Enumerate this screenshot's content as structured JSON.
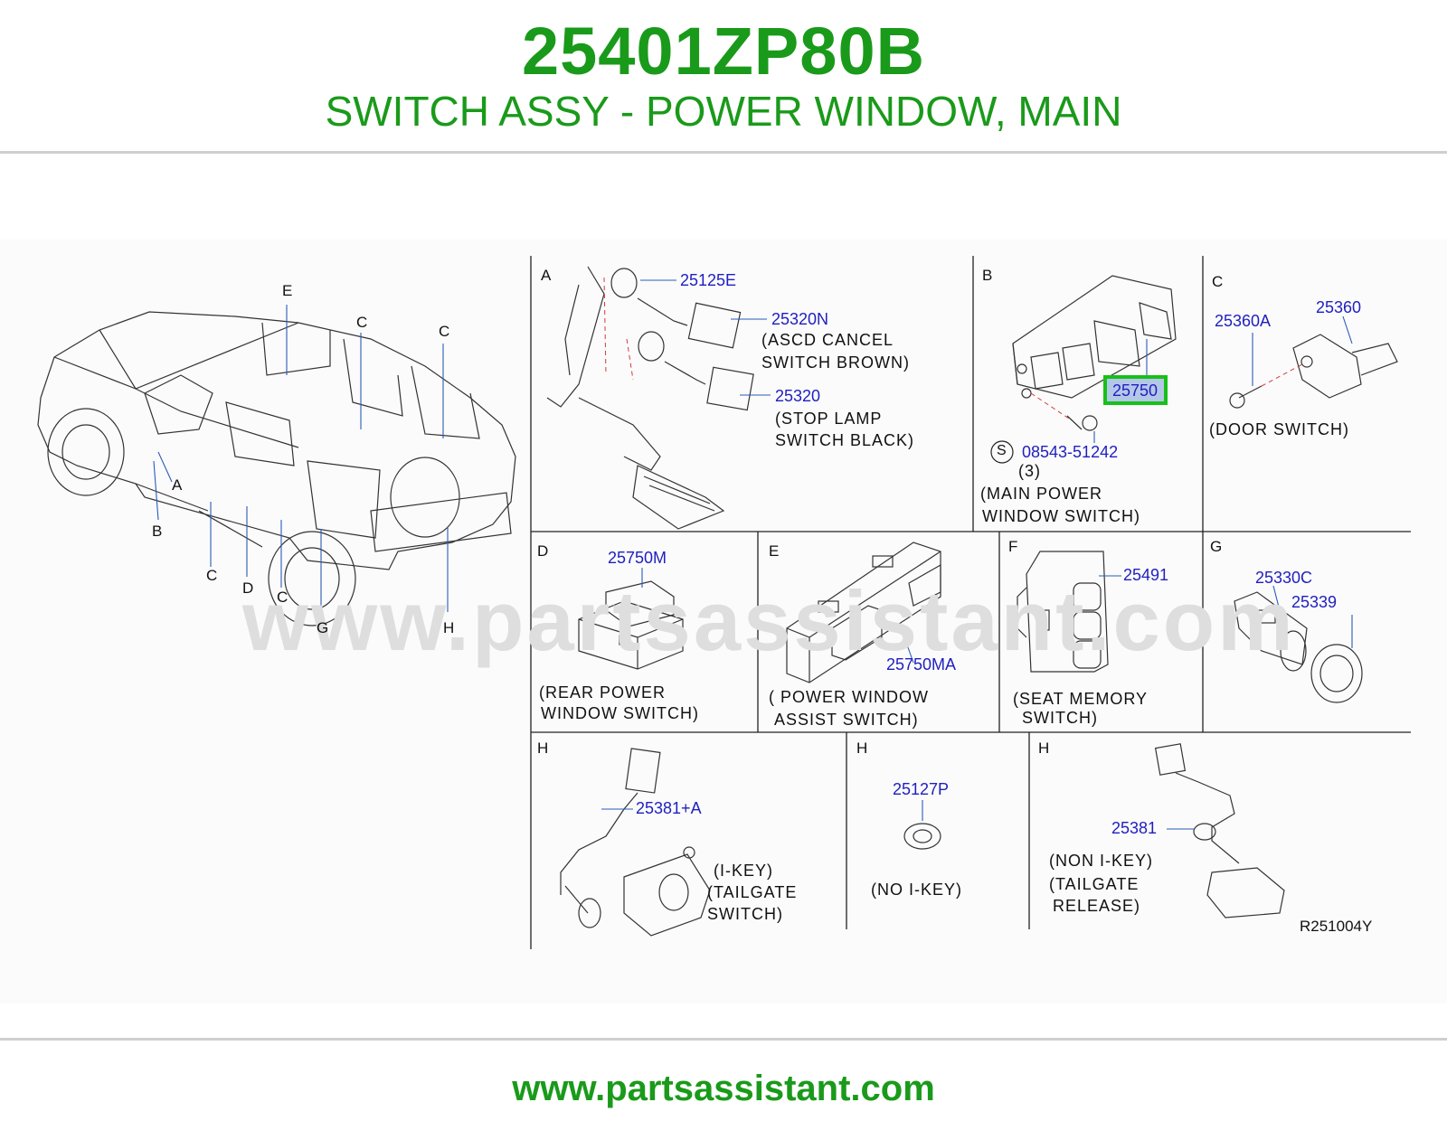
{
  "header": {
    "part_number": "25401ZP80B",
    "part_description": "SWITCH ASSY - POWER WINDOW, MAIN"
  },
  "footer": {
    "url": "www.partsassistant.com"
  },
  "watermark": "www.partsassistant.com",
  "vehicle_callouts": [
    "E",
    "C",
    "C",
    "A",
    "B",
    "C",
    "D",
    "C",
    "G",
    "H"
  ],
  "sections": {
    "A": "A",
    "B": "B",
    "C": "C",
    "D": "D",
    "E": "E",
    "F": "F",
    "G": "G",
    "H1": "H",
    "H2": "H",
    "H3": "H"
  },
  "parts": {
    "p25125E": "25125E",
    "p25320N": "25320N",
    "p25320": "25320",
    "p25750": "25750",
    "p08543": "08543-51242",
    "s_mark": "S",
    "qty": "(3)",
    "p25360A": "25360A",
    "p25360": "25360",
    "p25750M": "25750M",
    "p25750MA": "25750MA",
    "p25491": "25491",
    "p25330C": "25330C",
    "p25339": "25339",
    "p25381A": "25381+A",
    "p25127P": "25127P",
    "p25381": "25381"
  },
  "labels": {
    "ascd_1": "(ASCD  CANCEL",
    "ascd_2": "SWITCH  BROWN)",
    "stop_1": "(STOP  LAMP",
    "stop_2": "SWITCH  BLACK)",
    "main_1": "(MAIN  POWER",
    "main_2": "WINDOW  SWITCH)",
    "door_1": "(DOOR  SWITCH)",
    "rear_1": "(REAR  POWER",
    "rear_2": "WINDOW  SWITCH)",
    "assist_1": "(  POWER  WINDOW",
    "assist_2": "ASSIST  SWITCH)",
    "seat_1": "(SEAT  MEMORY",
    "seat_2": "SWITCH)",
    "ikey_1": "(I-KEY)",
    "ikey_2": "(TAILGATE",
    "ikey_3": "SWITCH)",
    "noikey_1": "(NO  I-KEY)",
    "nonikey_1": "(NON  I-KEY)",
    "nonikey_2": "(TAILGATE",
    "nonikey_3": "RELEASE)"
  },
  "reference_code": "R251004Y"
}
